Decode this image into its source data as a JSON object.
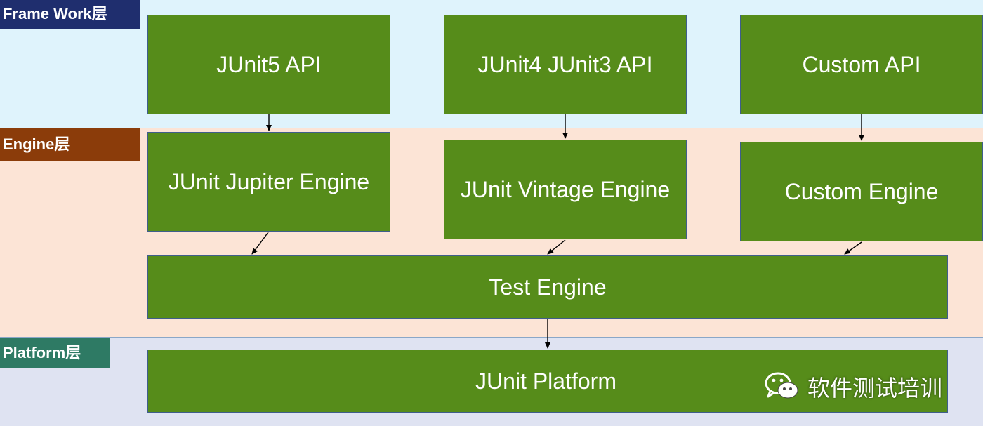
{
  "layers": {
    "framework": "Frame Work层",
    "engine": "Engine层",
    "platform": "Platform层"
  },
  "framework_boxes": [
    "JUnit5  API",
    "JUnit4 JUnit3 API",
    "Custom API"
  ],
  "engine_boxes": [
    "JUnit Jupiter Engine",
    "JUnit Vintage Engine",
    "Custom Engine"
  ],
  "test_engine": "Test Engine",
  "platform_box": "JUnit Platform",
  "watermark": {
    "text": "软件测试培训",
    "icon": "wechat-icon"
  },
  "colors": {
    "box_fill": "#568c1a",
    "framework_band": "#dff3fc",
    "engine_band": "#fce4d6",
    "platform_band": "#dfe3f2",
    "framework_label": "#1f2e6e",
    "engine_label": "#8b3c0a",
    "platform_label": "#2e7a64"
  }
}
